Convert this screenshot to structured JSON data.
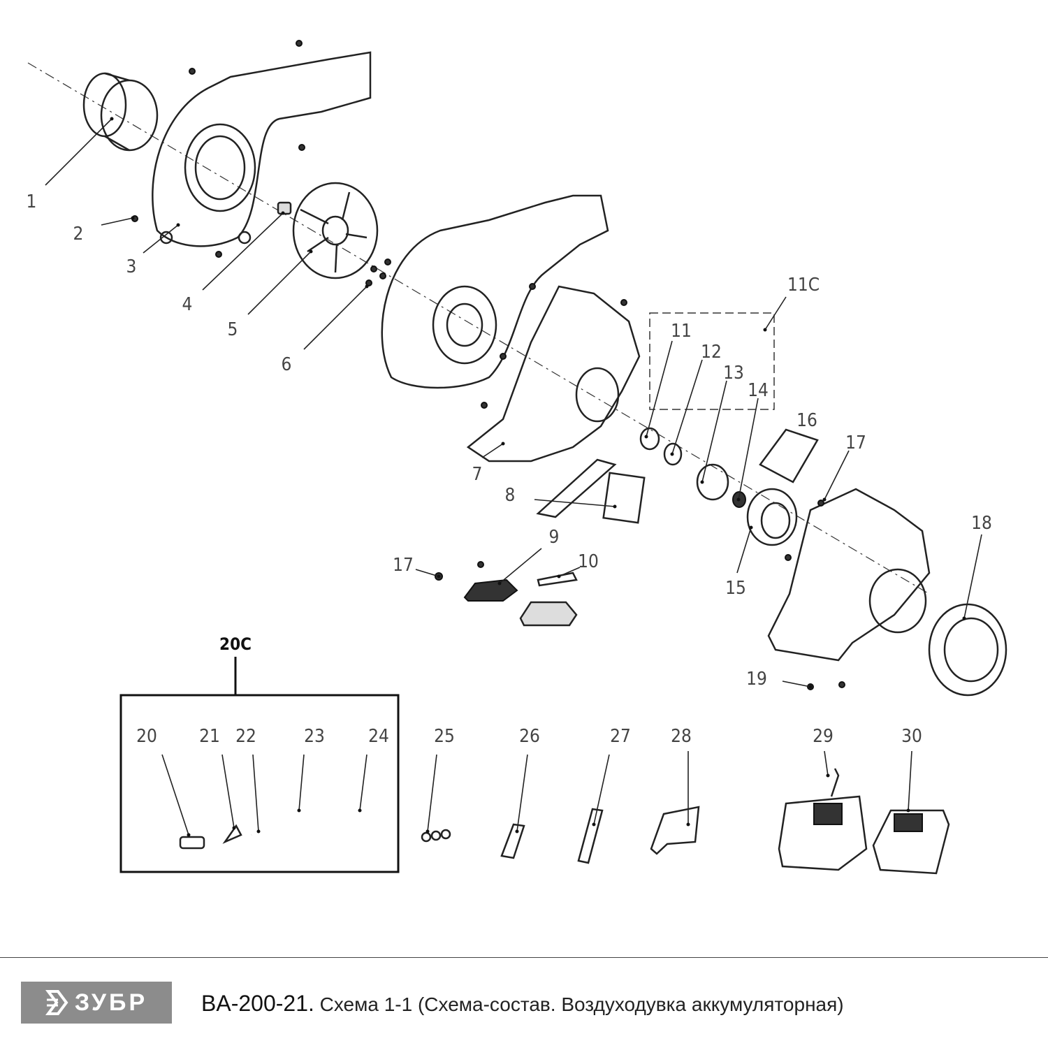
{
  "diagram": {
    "labels": [
      "1",
      "2",
      "3",
      "4",
      "5",
      "6",
      "7",
      "8",
      "9",
      "10",
      "11",
      "11C",
      "12",
      "13",
      "14",
      "15",
      "16",
      "17",
      "17",
      "18",
      "19",
      "20C",
      "20",
      "21",
      "22",
      "23",
      "24",
      "25",
      "26",
      "27",
      "28",
      "29",
      "30"
    ]
  },
  "footer": {
    "brand": "ЗУБР",
    "model": "BA-200-21.",
    "description": " Схема 1-1 (Схема-состав. Воздуходувка аккумуляторная)"
  }
}
